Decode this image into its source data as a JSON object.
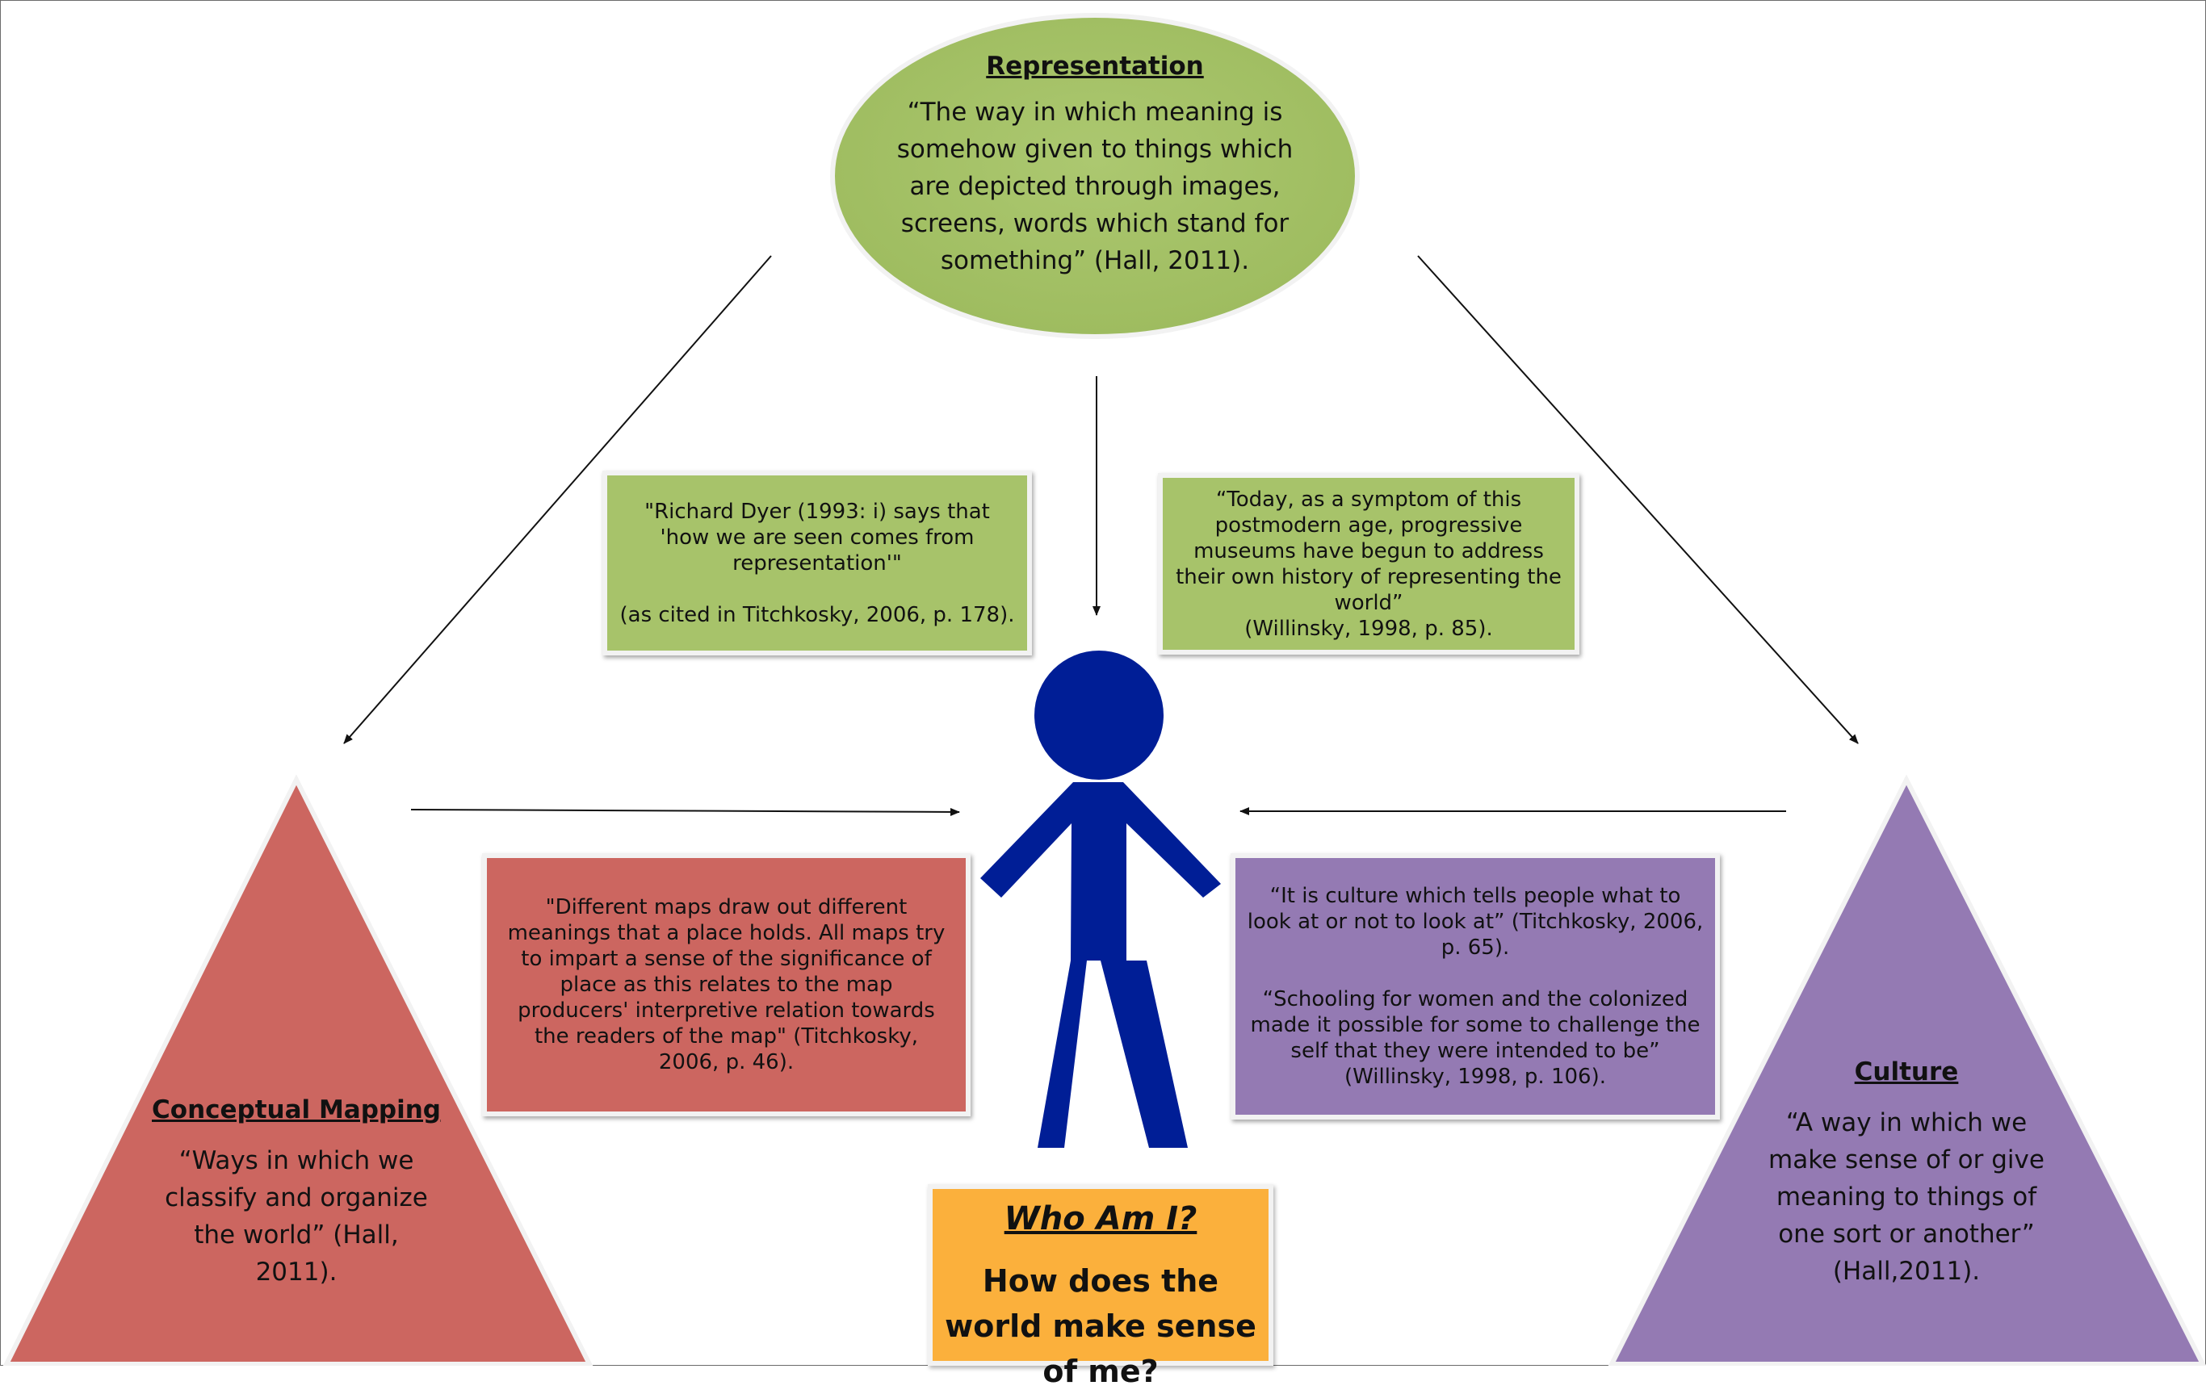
{
  "colors": {
    "green": "#a7c36a",
    "red": "#cc6660",
    "purple": "#947ab3",
    "orange": "#fbb03c",
    "figure": "#001e96"
  },
  "representation": {
    "title": "Representation",
    "body": "“The way in which meaning is somehow given to things which are depicted through images, screens, words which stand for something” (Hall, 2011)."
  },
  "conceptual_mapping": {
    "title": "Conceptual Mapping",
    "body": "“Ways in which we classify and organize the world” (Hall, 2011)."
  },
  "culture": {
    "title": "Culture",
    "body": "“A way in which we make sense of or give meaning to things of one sort or another” (Hall,2011)."
  },
  "quotes": {
    "dyer": "\"Richard Dyer (1993: i) says that 'how we are seen comes from representation'\"",
    "dyer_citation": "(as cited in Titchkosky, 2006, p. 178).",
    "museums": "“Today, as a symptom of this postmodern age, progressive museums have begun to address their own history of representing the world”",
    "museums_citation": "(Willinsky, 1998, p. 85).",
    "maps": "\"Different maps draw out different meanings that a place holds.  All maps try to impart a sense of the significance of place as this relates to the map producers' interpretive relation towards the readers of the map\" (Titchkosky, 2006, p. 46).",
    "culture_look": "“It is culture which tells people what to look at or not to look at” (Titchkosky, 2006, p. 65).",
    "schooling": "“Schooling for women and the colonized made it possible for some to challenge the self that they were intended to be” (Willinsky, 1998, p. 106)."
  },
  "center": {
    "title": "Who Am I?",
    "question": "How does the world make sense of me?"
  }
}
